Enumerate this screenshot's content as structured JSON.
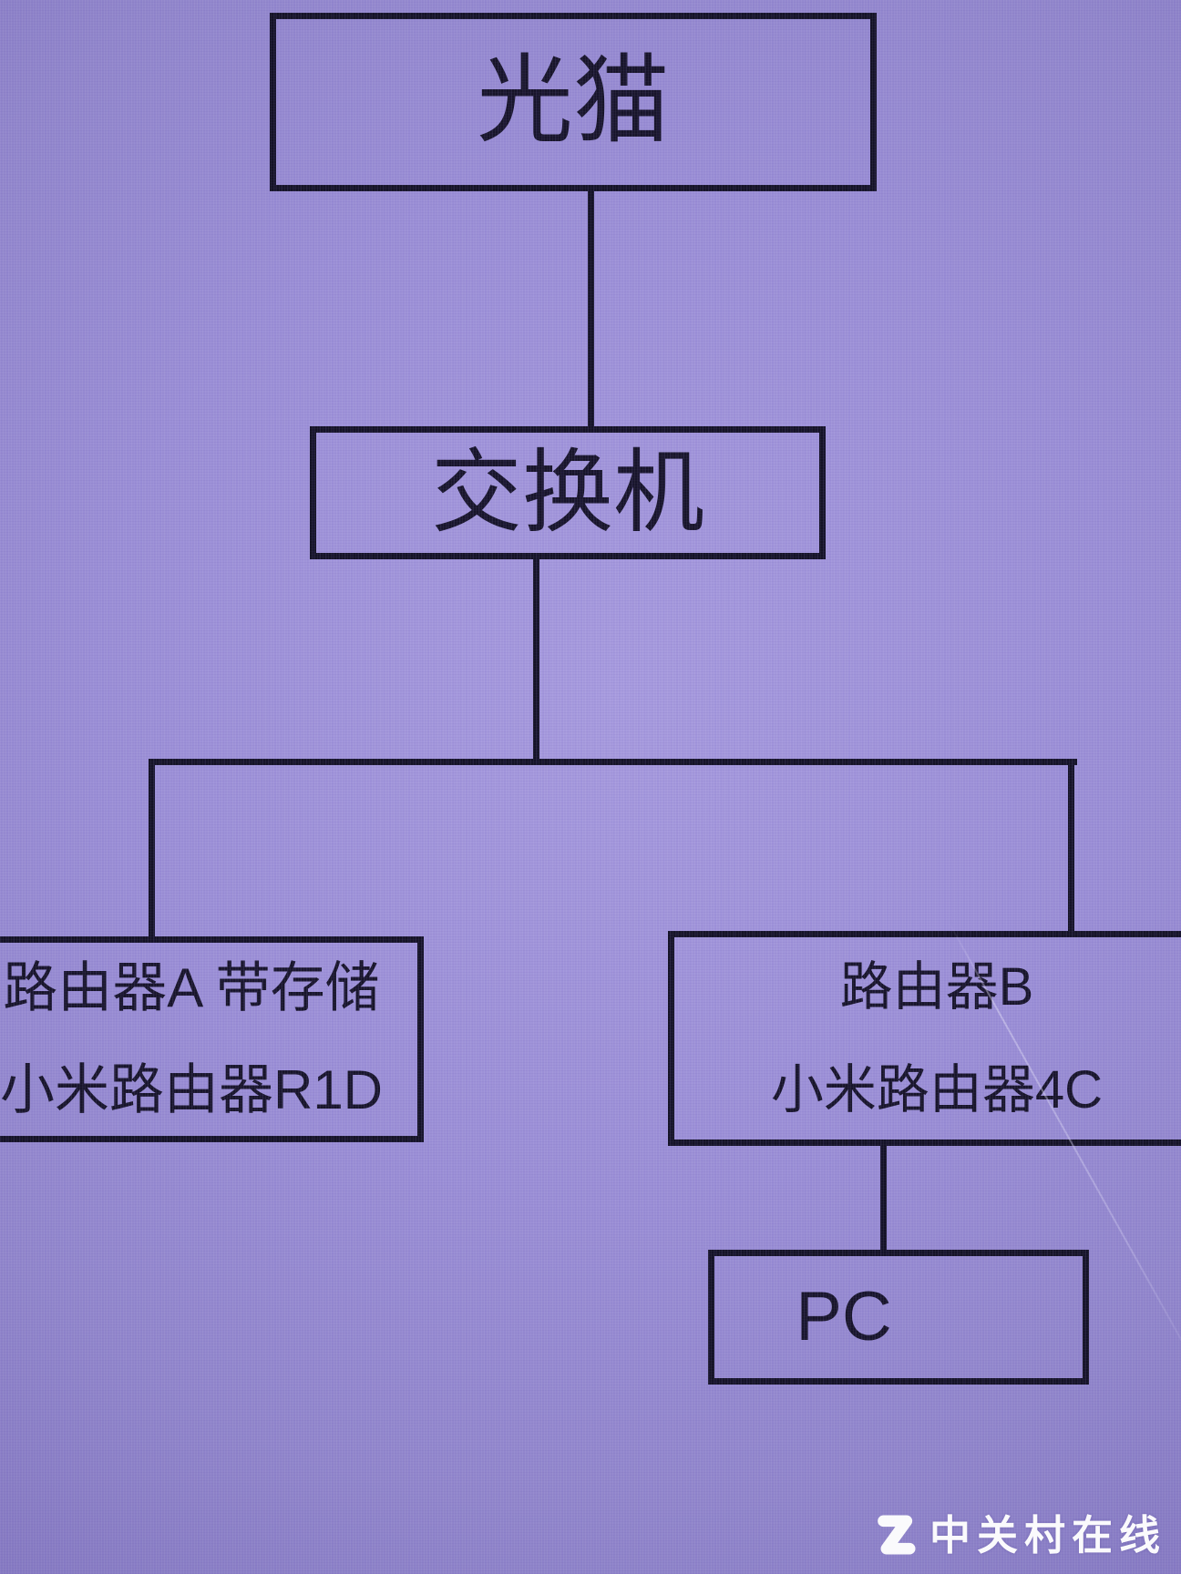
{
  "diagram": {
    "nodes": {
      "modem": {
        "label": "光猫"
      },
      "switch": {
        "label": "交换机"
      },
      "router_a": {
        "line1": "路由器A 带存储",
        "line2": "小米路由器R1D"
      },
      "router_b": {
        "line1": "路由器B",
        "line2": "小米路由器4C"
      },
      "pc": {
        "label": "PC"
      }
    },
    "edges": [
      {
        "from": "光猫",
        "to": "交换机"
      },
      {
        "from": "交换机",
        "to": "路由器A 带存储 小米路由器R1D"
      },
      {
        "from": "交换机",
        "to": "路由器B 小米路由器4C"
      },
      {
        "from": "路由器B 小米路由器4C",
        "to": "PC"
      }
    ]
  },
  "watermark": {
    "brand": "中关村在线",
    "logo": "zol-z-logo"
  },
  "colors": {
    "screen_background": "#9b8fd6",
    "screen_edge_vignette": "#6a5dab",
    "diagram_line": "#141226",
    "diagram_text": "#17142a",
    "watermark_text": "#ffffff"
  }
}
